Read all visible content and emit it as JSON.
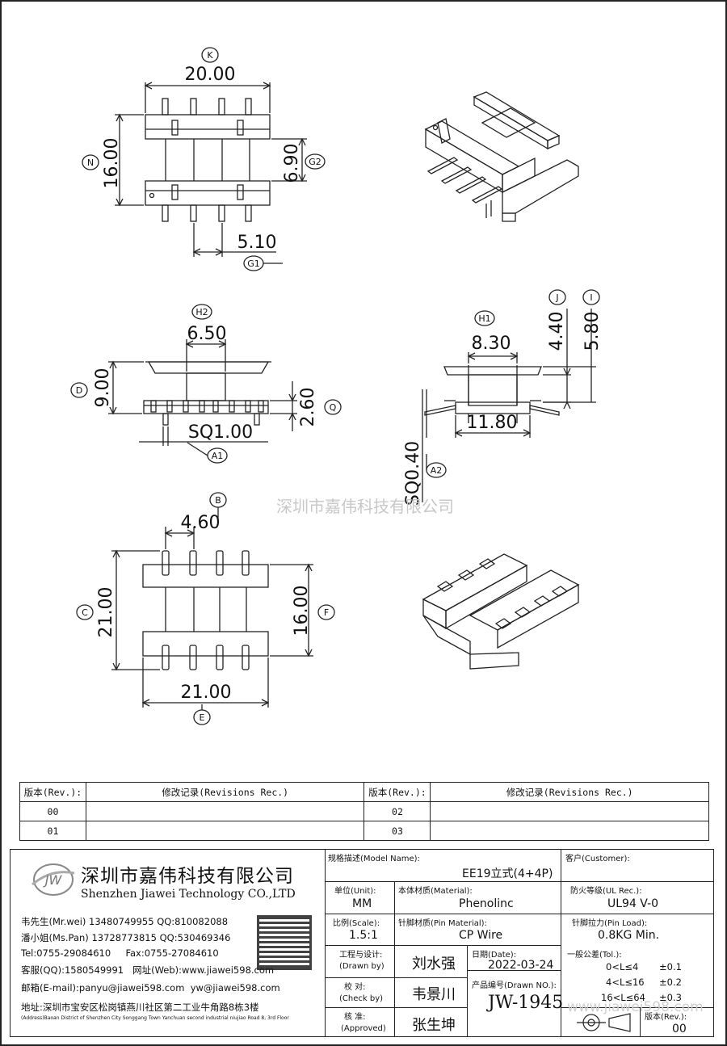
{
  "watermark_company": "深圳市嘉伟科技有限公司",
  "watermark_url": "www.jiawei598.com",
  "dims": {
    "top_view": {
      "K": "20.00",
      "N": "16.00",
      "G2": "6.90",
      "G1": "5.10"
    },
    "front_view": {
      "H2": "6.50",
      "D": "9.00",
      "Q": "2.60",
      "A1": "SQ1.00"
    },
    "side_view": {
      "H1": "8.30",
      "J": "4.40",
      "I": "5.80",
      "width": "11.80",
      "A2": "SQ0.40"
    },
    "bottom_view": {
      "B": "4.60",
      "C": "21.00",
      "F": "16.00",
      "E": "21.00"
    }
  },
  "balloons": {
    "K": "K",
    "N": "N",
    "G2": "G2",
    "G1": "G1",
    "H2": "H2",
    "D": "D",
    "Q": "Q",
    "A1": "A1",
    "H1": "H1",
    "J": "J",
    "I": "I",
    "A2": "A2",
    "B": "B",
    "C": "C",
    "F": "F",
    "E": "E"
  },
  "revisions": {
    "header_rev": "版本(Rev.):",
    "header_rec": "修改记录(Revisions Rec.)",
    "rows": [
      [
        "00",
        "",
        "02",
        ""
      ],
      [
        "01",
        "",
        "03",
        ""
      ]
    ]
  },
  "company": {
    "name_cn": "深圳市嘉伟科技有限公司",
    "name_en": "Shenzhen Jiawei Technology CO.,LTD",
    "logo_text": "JW",
    "contacts": [
      "韦先生(Mr.wei) 13480749955 QQ:810082088",
      "潘小姐(Ms.Pan) 13728773815 QQ:530469346",
      "Tel:0755-29084610     Fax:0755-27084610",
      "客服(QQ):1580549991   网址(Web):www.jiawei598.com",
      "邮箱(E-mail):panyu@jiawei598.com  yw@jiawei598.com"
    ],
    "address_cn": "地址:深圳市宝安区松岗镇燕川社区第二工业牛角路8栋3楼",
    "address_en": "(Address)Baoan District of Shenzhen City Songgang Town Yanchuan  second industrial niujiao Road 8, 3rd Floor"
  },
  "title_block": {
    "model_label": "规格描述(Model Name):",
    "model_value": "EE19立式(4+4P)",
    "customer_label": "客户(Customer):",
    "customer_value": "",
    "unit_label": "单位(Unit):",
    "unit_value": "MM",
    "material_label": "本体材质(Material):",
    "material_value": "Phenolinc",
    "ul_label": "防火等级(UL Rec.):",
    "ul_value": "UL94 V-0",
    "scale_label": "比例(Scale):",
    "scale_value": "1.5:1",
    "pin_material_label": "针脚材质(Pin Material):",
    "pin_material_value": "CP Wire",
    "pin_load_label": "针脚拉力(Pin Load):",
    "pin_load_value": "0.8KG Min.",
    "drawn_label": "工程与设计:",
    "drawn_label_en": "(Drawn by)",
    "drawn_value": "刘水强",
    "date_label": "日期(Date):",
    "date_value": "2022-03-24",
    "tol_label": "一般公差(Tol.):",
    "tol_rows": [
      [
        "0<L≤4",
        "±0.1"
      ],
      [
        "4<L≤16",
        "±0.2"
      ],
      [
        "16<L≤64",
        "±0.3"
      ]
    ],
    "check_label": "校  对:",
    "check_label_en": "(Check by)",
    "check_value": "韦景川",
    "drawn_no_label": "产品编号(Drawn NO.):",
    "drawn_no_value": "JW-1945",
    "approved_label": "核  准:",
    "approved_label_en": "(Approved)",
    "approved_value": "张生坤",
    "rev_label": "版本(Rev.):",
    "rev_value": "00"
  }
}
